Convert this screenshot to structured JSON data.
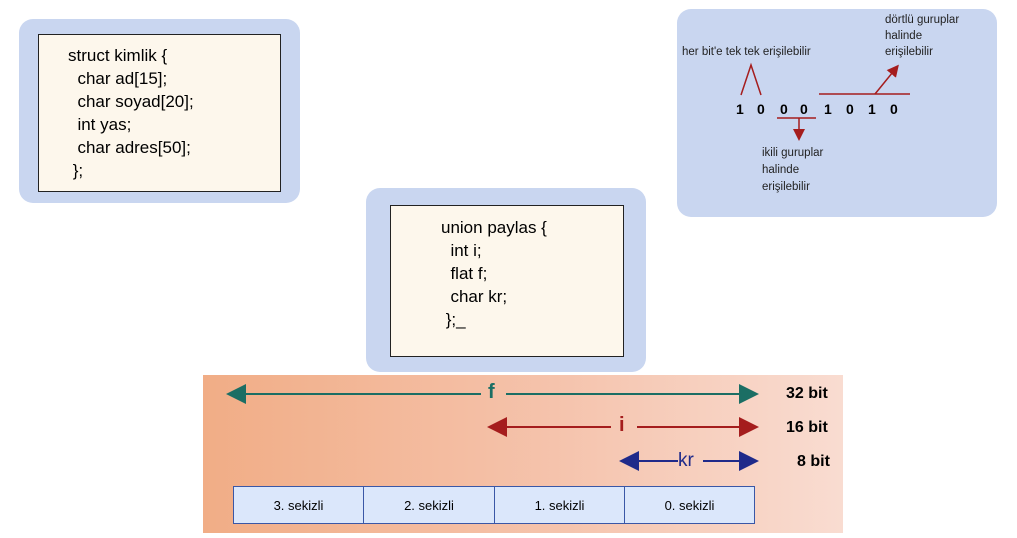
{
  "struct_code": {
    "lines": [
      "struct kimlik {",
      "  char ad[15];",
      "  char soyad[20];",
      "  int yas;",
      "  char adres[50];",
      " };"
    ]
  },
  "union_code": {
    "lines": [
      "union paylas {",
      "  int i;",
      "  flat f;",
      "  char kr;",
      " };_"
    ]
  },
  "bit_access": {
    "label_single": "her bit'e tek tek erişilebilir",
    "label_four_lines": [
      "dörtlü guruplar",
      "halinde",
      "erişilebilir"
    ],
    "label_two_lines": [
      "ikili guruplar",
      "halinde",
      "erişilebilir"
    ],
    "bits": [
      "1",
      "0",
      "0",
      "0",
      "1",
      "0",
      "1",
      "0"
    ]
  },
  "memory": {
    "f_label": "f",
    "i_label": "i",
    "kr_label": "kr",
    "sizes": [
      "32 bit",
      "16 bit",
      "8 bit"
    ],
    "bytes": [
      "3. sekizli",
      "2. sekizli",
      "1. sekizli",
      "0. sekizli"
    ]
  },
  "colors": {
    "f_arrow": "#1b6e64",
    "i_arrow": "#a51d1d",
    "kr_arrow": "#1f2a8a",
    "panel": "#c9d6f0"
  }
}
